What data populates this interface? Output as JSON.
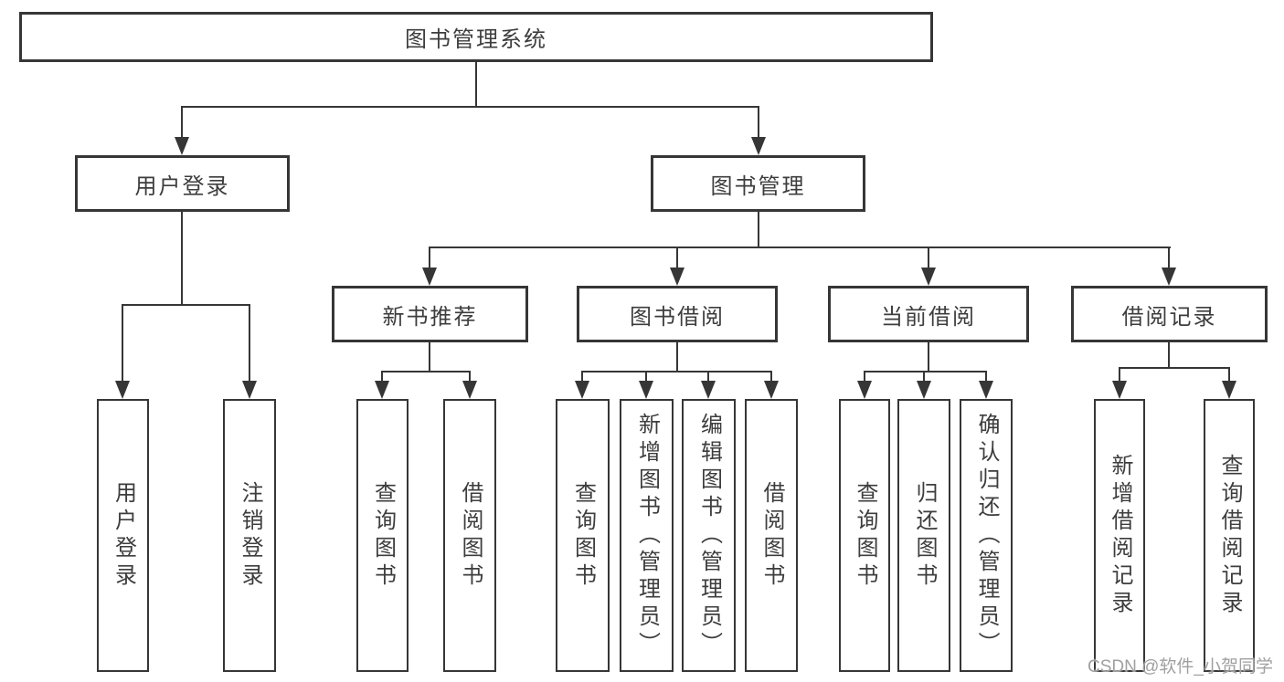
{
  "colors": {
    "line": "#363636",
    "text": "#3d3d3d",
    "watermark": "#a0a0a0",
    "background": "#ffffff"
  },
  "watermark": {
    "text": "CSDN @软件_小贺同学"
  },
  "tree": {
    "label": "图书管理系统",
    "children": [
      {
        "label": "用户登录",
        "children": [
          {
            "label": "用户登录"
          },
          {
            "label": "注销登录"
          }
        ]
      },
      {
        "label": "图书管理",
        "children": [
          {
            "label": "新书推荐",
            "children": [
              {
                "label": "查询图书"
              },
              {
                "label": "借阅图书"
              }
            ]
          },
          {
            "label": "图书借阅",
            "children": [
              {
                "label": "查询图书"
              },
              {
                "label": "新增图书（管理员）"
              },
              {
                "label": "编辑图书（管理员）"
              },
              {
                "label": "借阅图书"
              }
            ]
          },
          {
            "label": "当前借阅",
            "children": [
              {
                "label": "查询图书"
              },
              {
                "label": "归还图书"
              },
              {
                "label": "确认归还（管理员）"
              }
            ]
          },
          {
            "label": "借阅记录",
            "children": [
              {
                "label": "新增借阅记录"
              },
              {
                "label": "查询借阅记录"
              }
            ]
          }
        ]
      }
    ]
  }
}
